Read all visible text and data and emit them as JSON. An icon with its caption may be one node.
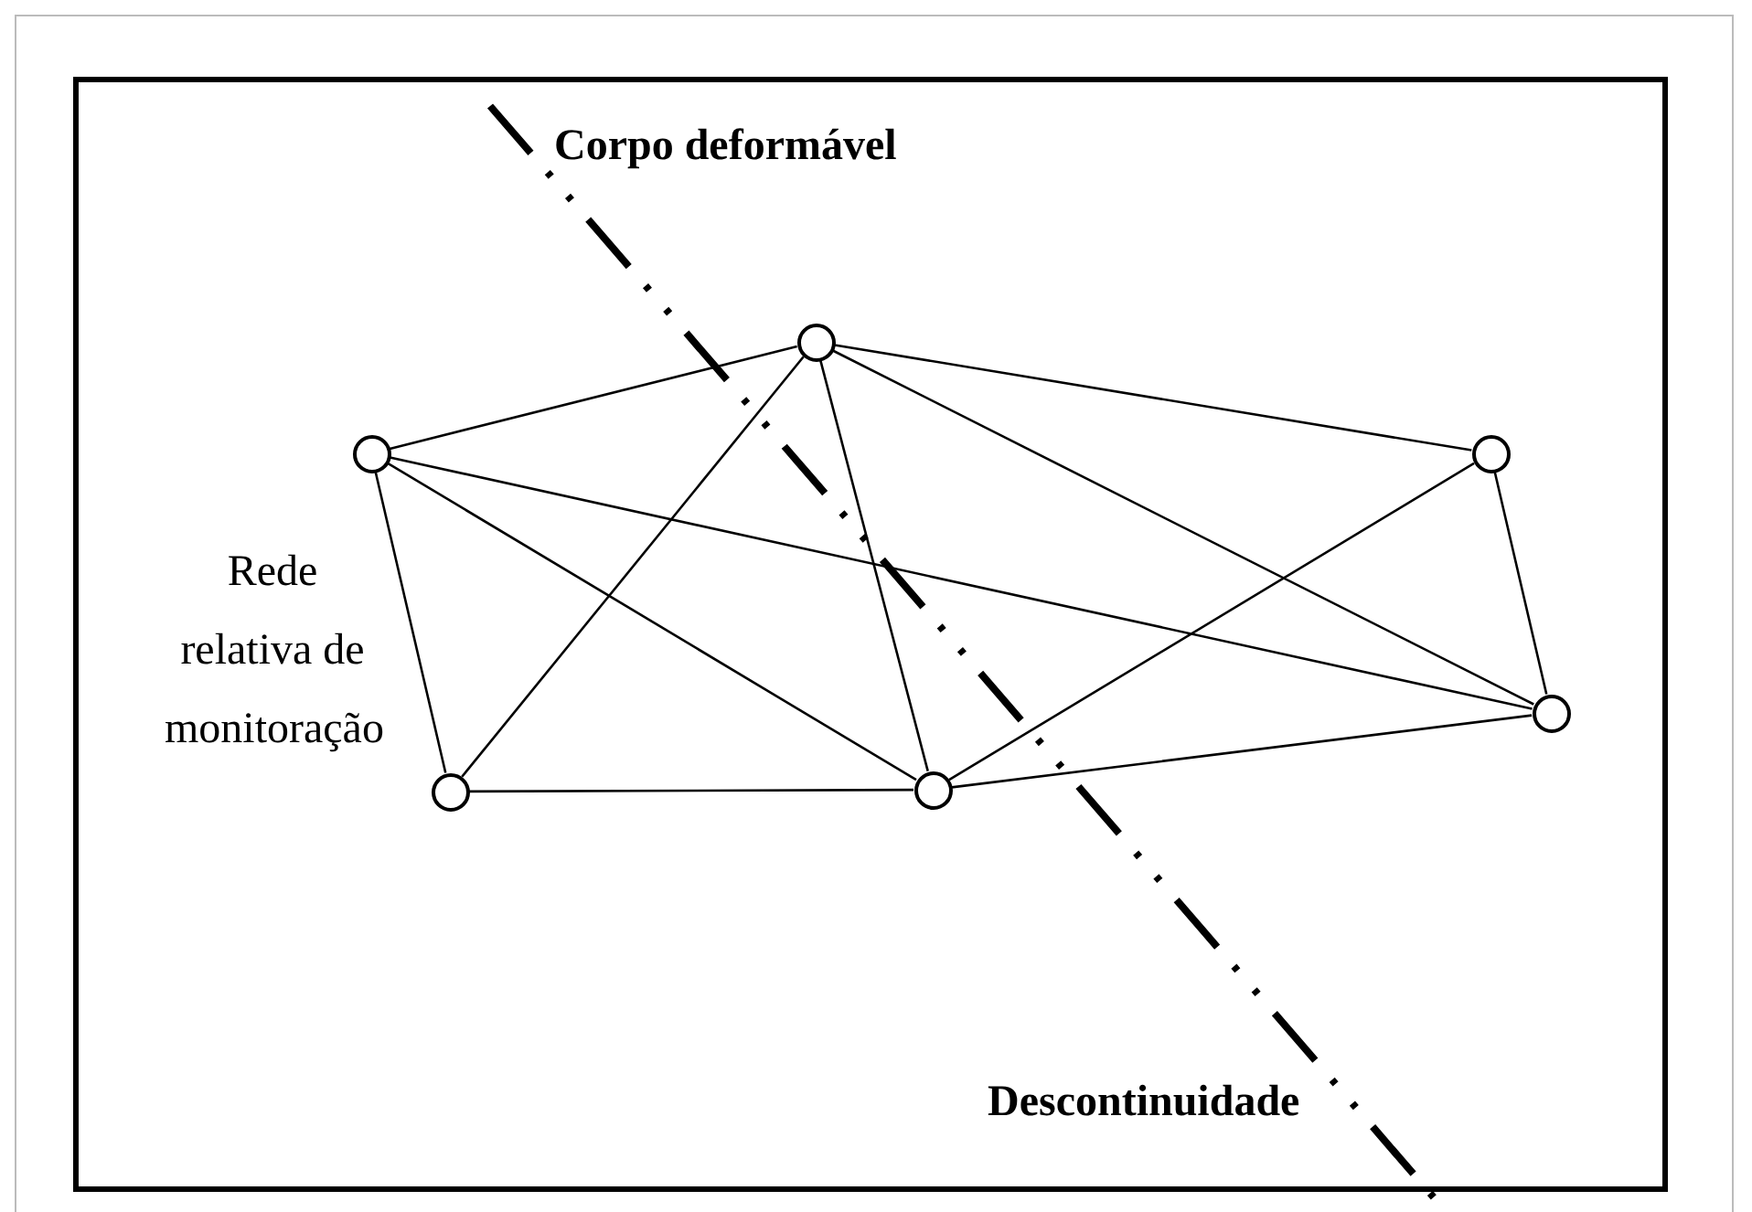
{
  "diagram": {
    "nodes": [
      {
        "text": [
          "Corpo deformável"
        ]
      },
      {
        "text": [],
        "shape": "circle",
        "in": 0
      },
      {
        "text": [],
        "shape": "circle",
        "in": 0
      },
      {
        "text": [],
        "shape": "circle",
        "in": 0
      },
      {
        "text": [],
        "shape": "circle",
        "in": 0
      },
      {
        "text": [],
        "shape": "circle",
        "in": 0
      },
      {
        "text": [],
        "shape": "circle",
        "in": 0
      }
    ],
    "edges": [
      {
        "from": 2,
        "to": 1,
        "arrow": "none"
      },
      {
        "from": 2,
        "to": 5,
        "arrow": "none"
      },
      {
        "from": 2,
        "to": 6,
        "arrow": "none"
      },
      {
        "from": 2,
        "to": 4,
        "arrow": "none"
      },
      {
        "from": 1,
        "to": 5,
        "arrow": "none"
      },
      {
        "from": 1,
        "to": 6,
        "arrow": "none"
      },
      {
        "from": 1,
        "to": 3,
        "arrow": "none"
      },
      {
        "from": 1,
        "to": 4,
        "arrow": "none"
      },
      {
        "from": 3,
        "to": 6,
        "arrow": "none"
      },
      {
        "from": 3,
        "to": 4,
        "arrow": "none"
      },
      {
        "from": 5,
        "to": 6,
        "arrow": "none"
      },
      {
        "from": 6,
        "to": 4,
        "arrow": "none"
      }
    ],
    "labels": [
      "Rede relativa de monitoração",
      "Descontinuidade"
    ]
  }
}
